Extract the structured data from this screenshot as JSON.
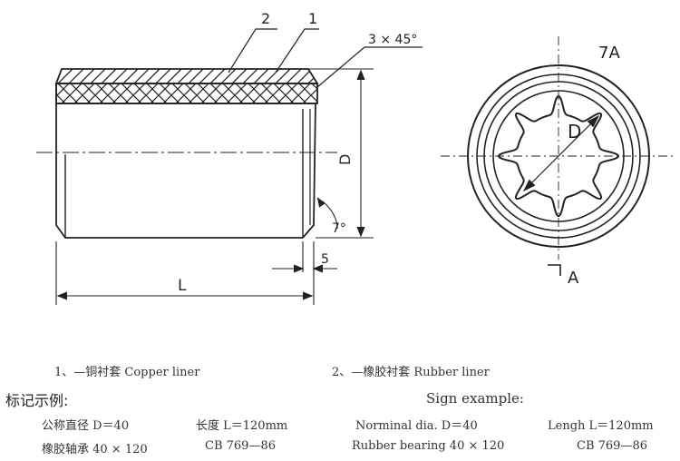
{
  "drawing": {
    "callouts": {
      "part_1": "1",
      "part_2": "2",
      "chamfer": "3 × 45°",
      "view_label": "7A",
      "diameter_side": "D",
      "diameter_end": "D",
      "taper_angle": "7°",
      "chamfer_len": "5",
      "length": "L",
      "section_mark": "A"
    }
  },
  "legend": {
    "item_1": "1、—铜衬套 Copper liner",
    "item_2": "2、—橡胶衬套 Rubber liner"
  },
  "example": {
    "title_cn": "标记示例:",
    "title_en": "Sign example:",
    "rows": [
      {
        "cn_a": "公称直径 D＝40",
        "cn_b": "长度 L＝120mm",
        "en_a": "Norminal dia. D＝40",
        "en_b": "Lengh  L＝120mm"
      },
      {
        "cn_a": "橡胶轴承 40 × 120",
        "cn_b": "CB    769—86",
        "en_a": "Rubber bearing   40 × 120",
        "en_b": "CB   769—86"
      }
    ]
  }
}
